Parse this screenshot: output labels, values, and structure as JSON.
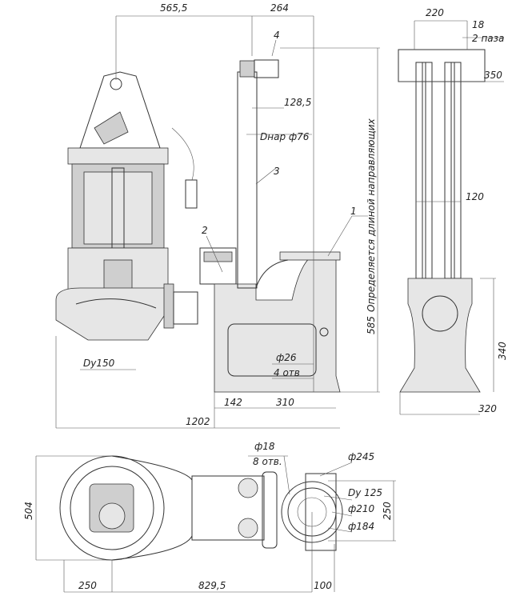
{
  "title": "Pump installation dimensional drawing",
  "dimensions": {
    "top_left_width": "565,5",
    "top_right_width": "264",
    "rail_offset": "128,5",
    "pipe_outer_diameter": "Dнар ф76",
    "height": "585",
    "rail_length_note": "Определяется длиной направляющих",
    "bolt_holes": "ф26",
    "bolt_holes_count": "4 отв",
    "outlet_dn": "Dy150",
    "base_left": "142",
    "base_right": "310",
    "total_length": "1202",
    "side_width": "220",
    "slot_width": "18",
    "slot_count": "2 паза",
    "side_top_width": "350",
    "rail_spacing": "120",
    "side_height": "340",
    "side_base_width": "320",
    "plan_holes": "ф18",
    "plan_holes_count": "8 отв.",
    "flange_outer": "ф245",
    "flange_dn": "Dy 125",
    "flange_bolt_circle": "ф210",
    "flange_inner": "ф184",
    "flange_height": "250",
    "plan_height": "504",
    "plan_left": "250",
    "plan_mid": "829,5",
    "plan_right": "100"
  },
  "callouts": [
    "1",
    "2",
    "3",
    "4"
  ]
}
